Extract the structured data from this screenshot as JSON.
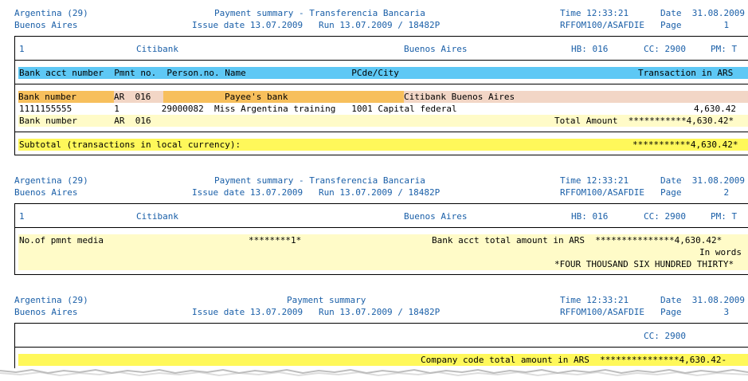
{
  "page1": {
    "hdr_left1": "Argentina (29)",
    "hdr_left2": "Buenos Aires",
    "hdr_center1": "Payment summary - Transferencia Bancaria",
    "hdr_center2": "Issue date 13.07.2009   Run 13.07.2009 / 18482P",
    "hdr_time": "Time 12:33:21",
    "hdr_report": "RFFOM100/ASAFDIE",
    "hdr_date": "Date  31.08.2009",
    "hdr_page": "Page        1",
    "bank_no": "1",
    "bank_name": "Citibank",
    "bank_city": "Buenos Aires",
    "bank_hb": "HB: 016",
    "bank_cc": "CC: 2900",
    "bank_pm": "PM: T",
    "col_headers": "Bank acct number  Pmnt no.  Person.no. Name                    PCde/City",
    "col_right": "Transaction in ARS",
    "row_bank_label": "Bank number",
    "row_bank_ar": "AR  016",
    "row_payee": "Payee's bank",
    "row_payee_city": "Citibank Buenos Aires",
    "row_detail": "1111155555        1        29000082  Miss Argentina training   1001 Capital federal",
    "row_detail_amount": "4,630.42",
    "row_total_label": "Bank number       AR  016",
    "row_total_right": "Total Amount  ***********4,630.42*",
    "subtotal_label": "Subtotal (transactions in local currency):",
    "subtotal_amount": "***********4,630.42*"
  },
  "page2": {
    "hdr_left1": "Argentina (29)",
    "hdr_left2": "Buenos Aires",
    "hdr_center1": "Payment summary - Transferencia Bancaria",
    "hdr_center2": "Issue date 13.07.2009   Run 13.07.2009 / 18482P",
    "hdr_time": "Time 12:33:21",
    "hdr_report": "RFFOM100/ASAFDIE",
    "hdr_date": "Date  31.08.2009",
    "hdr_page": "Page        2",
    "bank_no": "1",
    "bank_name": "Citibank",
    "bank_city": "Buenos Aires",
    "bank_hb": "HB: 016",
    "bank_cc": "CC: 2900",
    "bank_pm": "PM: T",
    "media_label": "No.of pmnt media",
    "media_count": "********1*",
    "acct_total": "Bank acct total amount in ARS  ***************4,630.42*",
    "in_words": "In words",
    "words": "*FOUR THOUSAND SIX HUNDRED THIRTY*"
  },
  "page3": {
    "hdr_left1": "Argentina (29)",
    "hdr_left2": "Buenos Aires",
    "hdr_center1": "Payment summary",
    "hdr_center2": "Issue date 13.07.2009   Run 13.07.2009 / 18482P",
    "hdr_time": "Time 12:33:21",
    "hdr_report": "RFFOM100/ASAFDIE",
    "hdr_date": "Date  31.08.2009",
    "hdr_page": "Page        3",
    "cc": "CC: 2900",
    "company_total": "Company code total amount in ARS  ***************4,630.42-"
  }
}
